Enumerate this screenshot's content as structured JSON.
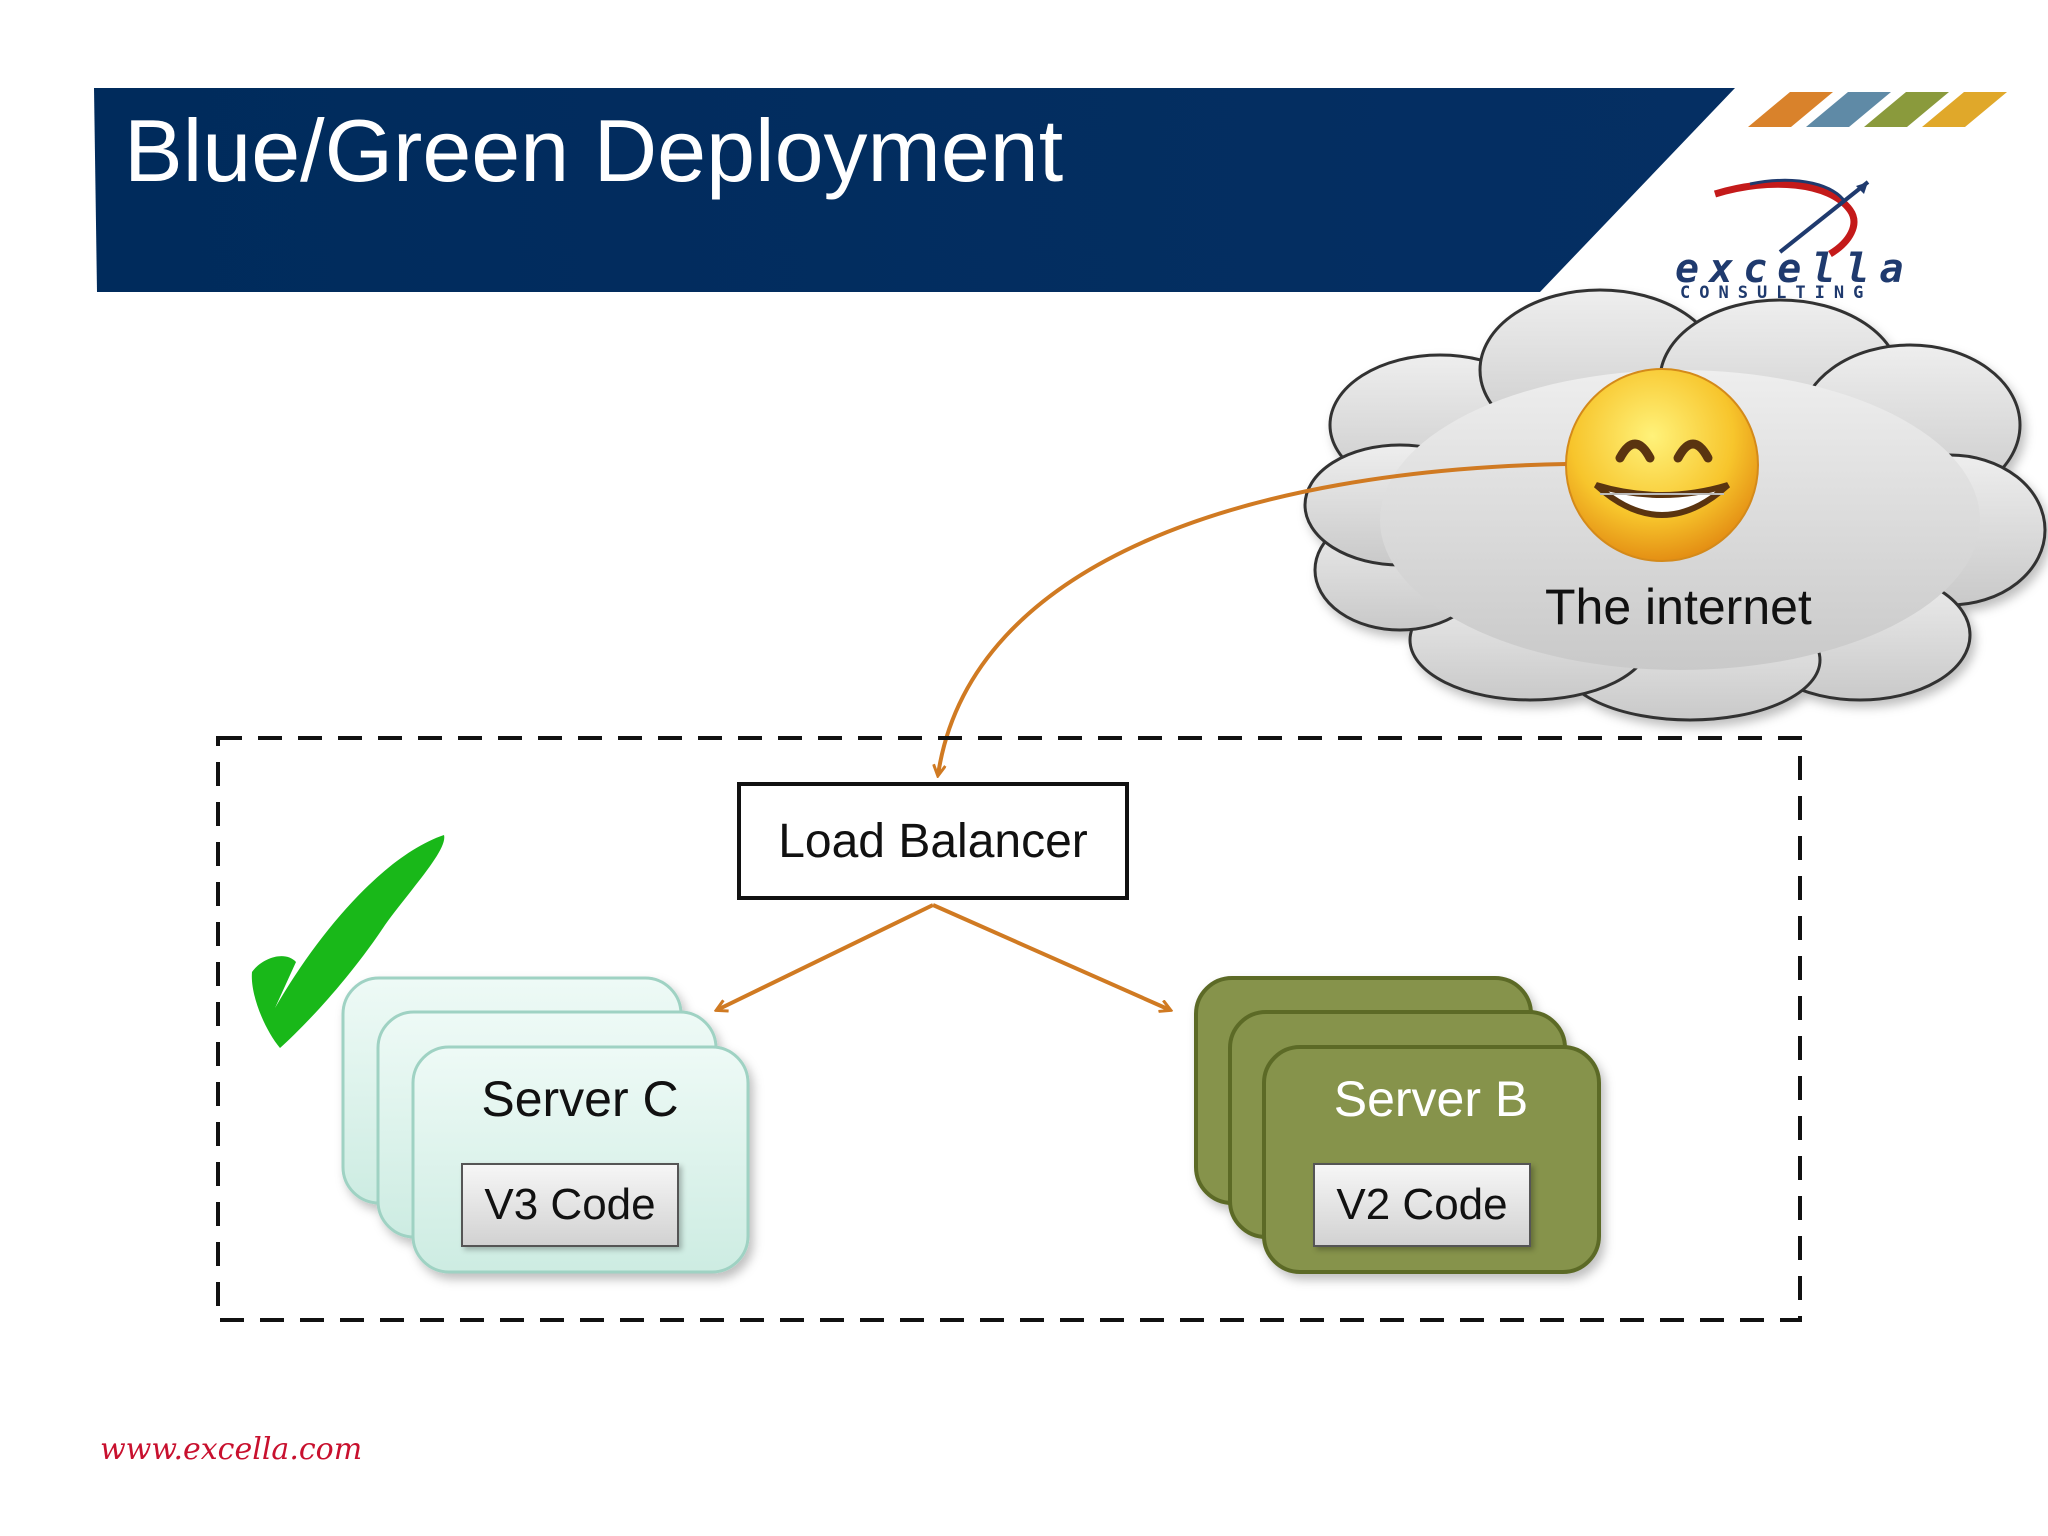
{
  "slide": {
    "title": "Blue/Green Deployment",
    "footer_url": "www.excella.com"
  },
  "logo": {
    "name": "excella",
    "tagline": "CONSULTING",
    "stripe_colors": [
      "#d9822b",
      "#5f8aa6",
      "#8a9a3c",
      "#e0a82a"
    ]
  },
  "internet": {
    "label": "The internet",
    "icon": "grinning-face-icon"
  },
  "load_balancer": {
    "label": "Load Balancer"
  },
  "servers": [
    {
      "name": "Server C",
      "code": "V3 Code",
      "status": "active",
      "icon": "check-mark-icon"
    },
    {
      "name": "Server B",
      "code": "V2 Code",
      "status": "idle"
    }
  ],
  "colors": {
    "header_band": "#002b5c",
    "arrow": "#d07a22",
    "server_c_fill": "#dff2ec",
    "server_b_fill": "#86934b",
    "check": "#19b819"
  }
}
